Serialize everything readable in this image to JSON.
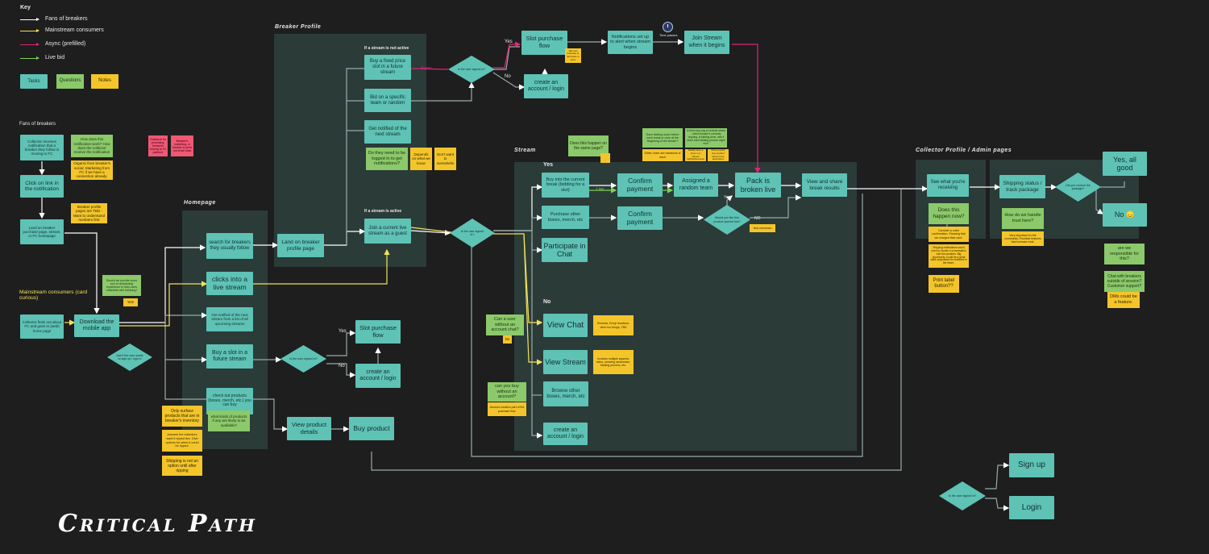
{
  "key": {
    "title": "Key",
    "edges": [
      {
        "label": "Fans of breakers",
        "color": "#ffffff"
      },
      {
        "label": "Mainstream consumers",
        "color": "#f2e25a"
      },
      {
        "label": "Async (prefilled)",
        "color": "#e0247a"
      },
      {
        "label": "Live bid",
        "color": "#7ed34f"
      }
    ],
    "tasks": "Tasks",
    "questions": "Questions",
    "notes": "Notes"
  },
  "fans": {
    "title": "Fans of breakers",
    "receives": "Collector receives notification that a breaker they follow is moving to FC",
    "click_link": "Click on link in the notification",
    "land": "Land on breaker purchase page, stream, or FC homepage",
    "q_notify": "How does this notification work? How does the collector receive the notification",
    "n_organic": "Organic from breaker's social. Marketing from FC if we have a connection already.",
    "n_profile_tbd": "Breaker profile pages are TBD - Want to understand numbers first",
    "p1": "Guidance for promoting, breakers moving to FC platform",
    "p2": "Breaker's marketing, or breaker to send out email blast"
  },
  "mainstream": {
    "title": "Mainstream consumers (card curious)",
    "finds": "Collector finds out about FC and goes to (web) home page",
    "download": "Download the mobile app",
    "d_signin": "Ask if the user wants to sign up / sign in",
    "q_onboarding": "Should we provide some sort of onboarding experience to help users unfamiliar with breaking?",
    "n_yes": "Yes!"
  },
  "homepage": {
    "title": "Homepage",
    "search": "search for breakers they usually follow",
    "clicks_live": "clicks into a live stream",
    "notified_next": "Get notified of the next stream from a list of all upcoming streams",
    "buy_slot": "Buy a slot in a future stream",
    "checkout": "check out products (boxes, merch, etc.) you can buy",
    "q_products": "what kinds of products if any are likely to be available?",
    "n_surface": "Only surface products that are in breaker's inventory",
    "n_assume": "Assume the collectors want it ripped live. Give options for when it could be ripped.",
    "n_shipping": "Shipping is not an option until after ripping",
    "d_signed": "Is the user signed in?",
    "yes": "Yes",
    "no": "No",
    "slot_flow": "Slot purchase flow",
    "create_account": "create an account / login",
    "view_details": "View product details",
    "buy_product": "Buy product"
  },
  "breaker_profile": {
    "title": "Breaker Profile",
    "not_active": "If a stream is not active",
    "active": "If a stream is active",
    "land": "Land on breaker profile page",
    "buy_fixed": "Buy a fixed price slot in a future stream",
    "bid_team": "Bid on a specific team or random",
    "notified": "Get notified of the next stream",
    "q_login": "Do they need to be logged in to get notifications?",
    "n_depends": "Depends on what we know",
    "n_dont_want": "Don't want to overwhelm",
    "join": "Join a current live stream as a guest",
    "async": "Async"
  },
  "top_flow": {
    "d_signed": "Is the user signed in?",
    "yes": "Yes",
    "no": "No",
    "slot_flow": "Slot purchase flow",
    "n_slot": "Slot can increase or decrease in price",
    "create_account": "create an account / login",
    "notif_setup": "Notifications set up to alert when stream begins",
    "time_passes": "Time passes",
    "join_stream": "Join Stream when it begins"
  },
  "stream": {
    "title": "Stream",
    "yes": "Yes",
    "no": "No",
    "q_same_page": "Does this happen on the same page?",
    "q_bidding": "Does bidding occur before each break or once at the beginning of the stream?",
    "n_bidding": "Either, there are variations of each",
    "q_trust": "Is there any way to indicate status - which breaker's currently ongoing, is bidding done, was it when each bidding process might end?",
    "n_trust": "Ideally have a timer in a vibrant highlighted area",
    "n_trust2": "Most popular live product listed in the description",
    "buy_current": "Buy into the current break (bidding for a slot)",
    "live": "Live",
    "confirm1": "Confirm payment",
    "assigned": "Assigned a random team",
    "pack": "Pack is broken live",
    "view_share": "View and share break results",
    "purchase_other": "Purchase other boxes, merch, etc",
    "confirm2": "Confirm payment",
    "d_unpack": "Would you like this product opened live?",
    "yes2": "Yes",
    "no2": "NO",
    "n_not_common": "Not common",
    "participate": "Participate in Chat",
    "q_chat": "Can a user without an account chat?",
    "n_chat_no": "No",
    "view_chat": "View Chat",
    "n_chat": "Reviews, Emoji reactions, other fun things, TBD",
    "view_stream": "View Stream",
    "n_stream": "Involves multiple aspects; video, showing randomizer, bidding process, etc.",
    "q_buy": "can you buy without an account?",
    "n_buy": "Account creation part of the purchase flow.",
    "browse": "Browse other boxes, merch, etc",
    "create_account": "create an account / login",
    "d_signed": "Is the user signed in?"
  },
  "collector": {
    "title": "Collector Profile / Admin pages",
    "see_receiving": "See what you're receiving",
    "q_now": "Does this happen now?",
    "n_confirm": "Consider a order confirmation. Showing that we charged their card.",
    "n_shipping": "Shipping notifications would need to involve a conversation with the breakers. Big opportunity. Could be a great value proposition for breakers in the future.",
    "n_print": "Print label button??",
    "shipping_status": "Shipping status / track package",
    "d_received": "Did you receive the package?",
    "yes_good": "Yes, all good",
    "no_sad": "No 😞",
    "q_trust": "How do we handle trust here?",
    "n_trust": "Very important for the community. Prioritize features that increase trust.",
    "q_responsible": "are we responsible for this?",
    "q_chat": "Chat with breakers outside of session? Customer support?",
    "n_dms": "DMs could be a feature."
  },
  "auth": {
    "d_signed": "Is the user signed in?",
    "signup": "Sign up",
    "login": "Login"
  },
  "footer": {
    "title": "Critical Path"
  }
}
